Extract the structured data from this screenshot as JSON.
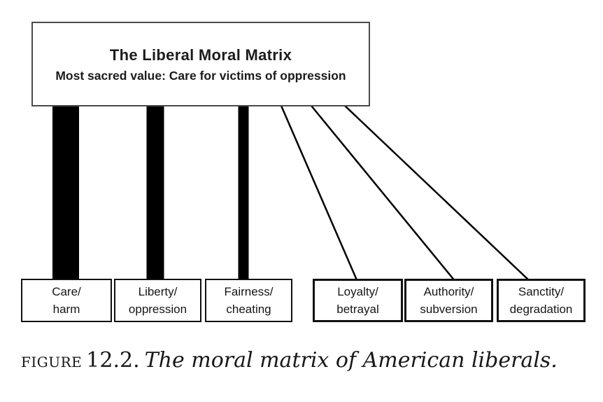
{
  "diagram": {
    "matrix_box": {
      "title": "The Liberal Moral Matrix",
      "subtitle": "Most sacred value: Care for victims of oppression"
    },
    "foundations": [
      {
        "line1": "Care/",
        "line2": "harm",
        "endorsement": "strong",
        "connector_width": 38
      },
      {
        "line1": "Liberty/",
        "line2": "oppression",
        "endorsement": "strong",
        "connector_width": 25
      },
      {
        "line1": "Fairness/",
        "line2": "cheating",
        "endorsement": "strong",
        "connector_width": 15
      },
      {
        "line1": "Loyalty/",
        "line2": "betrayal",
        "endorsement": "weak",
        "connector_width": 2.5
      },
      {
        "line1": "Authority/",
        "line2": "subversion",
        "endorsement": "weak",
        "connector_width": 2.5
      },
      {
        "line1": "Sanctity/",
        "line2": "degradation",
        "endorsement": "weak",
        "connector_width": 2.5
      }
    ],
    "colors": {
      "connector": "#000000",
      "box_border": "#111111",
      "top_box_border": "#4a4a4a",
      "text": "#1c1c1c"
    }
  },
  "caption": {
    "prefix": "FIGURE",
    "number": "12.2.",
    "text": "The moral matrix of American liberals."
  }
}
